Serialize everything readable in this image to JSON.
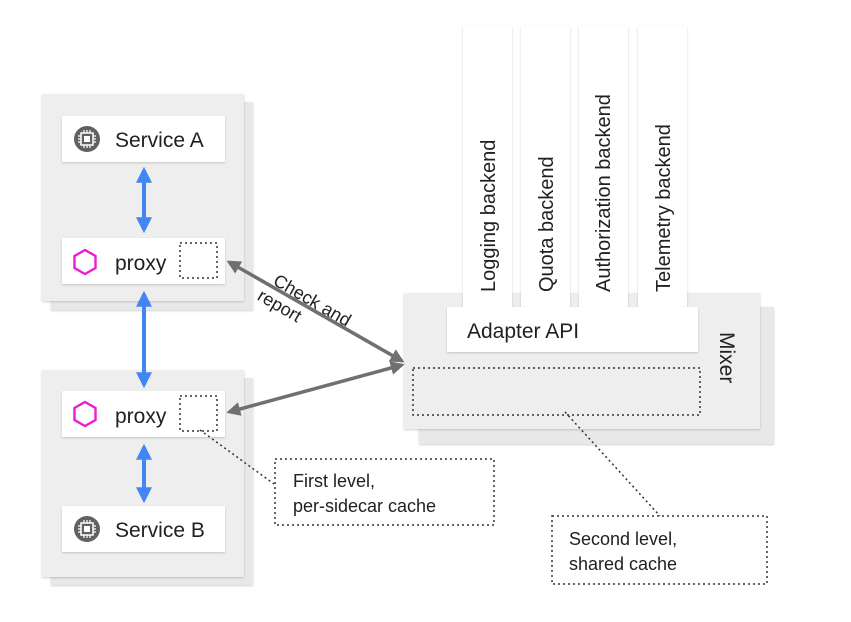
{
  "service_a": {
    "name": "Service A",
    "icon": "chip-icon"
  },
  "service_b": {
    "name": "Service B",
    "icon": "chip-icon"
  },
  "proxy_top": {
    "label": "proxy",
    "icon": "hexagon-icon"
  },
  "proxy_bottom": {
    "label": "proxy",
    "icon": "hexagon-icon"
  },
  "check_report": {
    "line1": "Check and",
    "line2": "report"
  },
  "backends": [
    "Logging backend",
    "Quota backend",
    "Authorization backend",
    "Telemetry backend"
  ],
  "adapter_api": "Adapter API",
  "mixer": "Mixer",
  "first_level": {
    "line1": "First level,",
    "line2": "per-sidecar cache"
  },
  "second_level": {
    "line1": "Second level,",
    "line2": "shared cache"
  },
  "colors": {
    "panel": "#eeeeee",
    "panel_shadow": "#e0e0e0",
    "blue_arrow": "#4285f4",
    "gray_arrow": "#707070",
    "hexagon": "#e91ed5",
    "chip": "#616161"
  }
}
